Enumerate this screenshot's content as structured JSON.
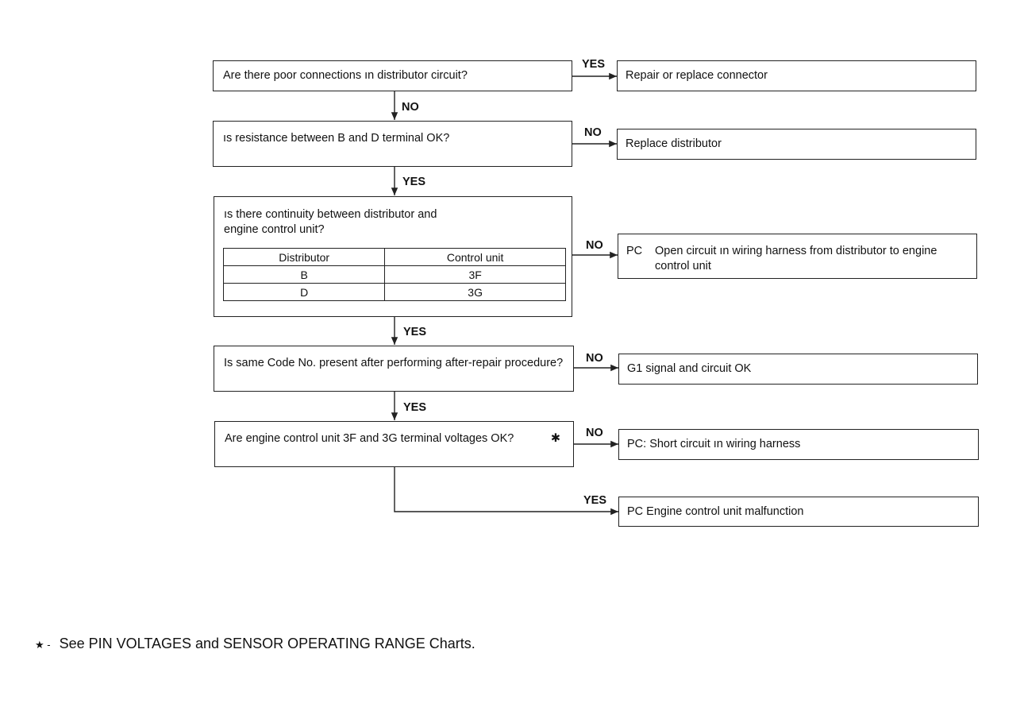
{
  "questions": {
    "q1": "Are there poor connections ın distributor circuit?",
    "q2": "ıs resistance between B and D terminal OK?",
    "q3": "ıs there continuity between distributor and engine control unit?",
    "q4": "Is same Code No. present after performing after-repair procedure?",
    "q5": "Are engine control unit 3F and 3G terminal voltages OK?",
    "q5_mark": "✱"
  },
  "continuity_table": {
    "headers": [
      "Distributor",
      "Control unit"
    ],
    "rows": [
      [
        "B",
        "3F"
      ],
      [
        "D",
        "3G"
      ]
    ]
  },
  "results": {
    "r1": "Repair or replace connector",
    "r2": "Replace distributor",
    "r3_prefix": "PC",
    "r3": "Open circuit ın wiring harness from distributor to engine control unit",
    "r4": "G1 signal and circuit OK",
    "r5": "PC: Short circuit ın wiring harness",
    "r6": "PC  Engine control unit malfunction"
  },
  "branch_labels": {
    "q1_yes": "YES",
    "q1_no": "NO",
    "q2_no": "NO",
    "q2_yes": "YES",
    "q3_no": "NO",
    "q3_yes": "YES",
    "q4_no": "NO",
    "q4_yes": "YES",
    "q5_no": "NO",
    "q5_yes": "YES"
  },
  "footnote": {
    "star": "★ -",
    "text": "See PIN VOLTAGES and SENSOR OPERATING RANGE Charts."
  }
}
